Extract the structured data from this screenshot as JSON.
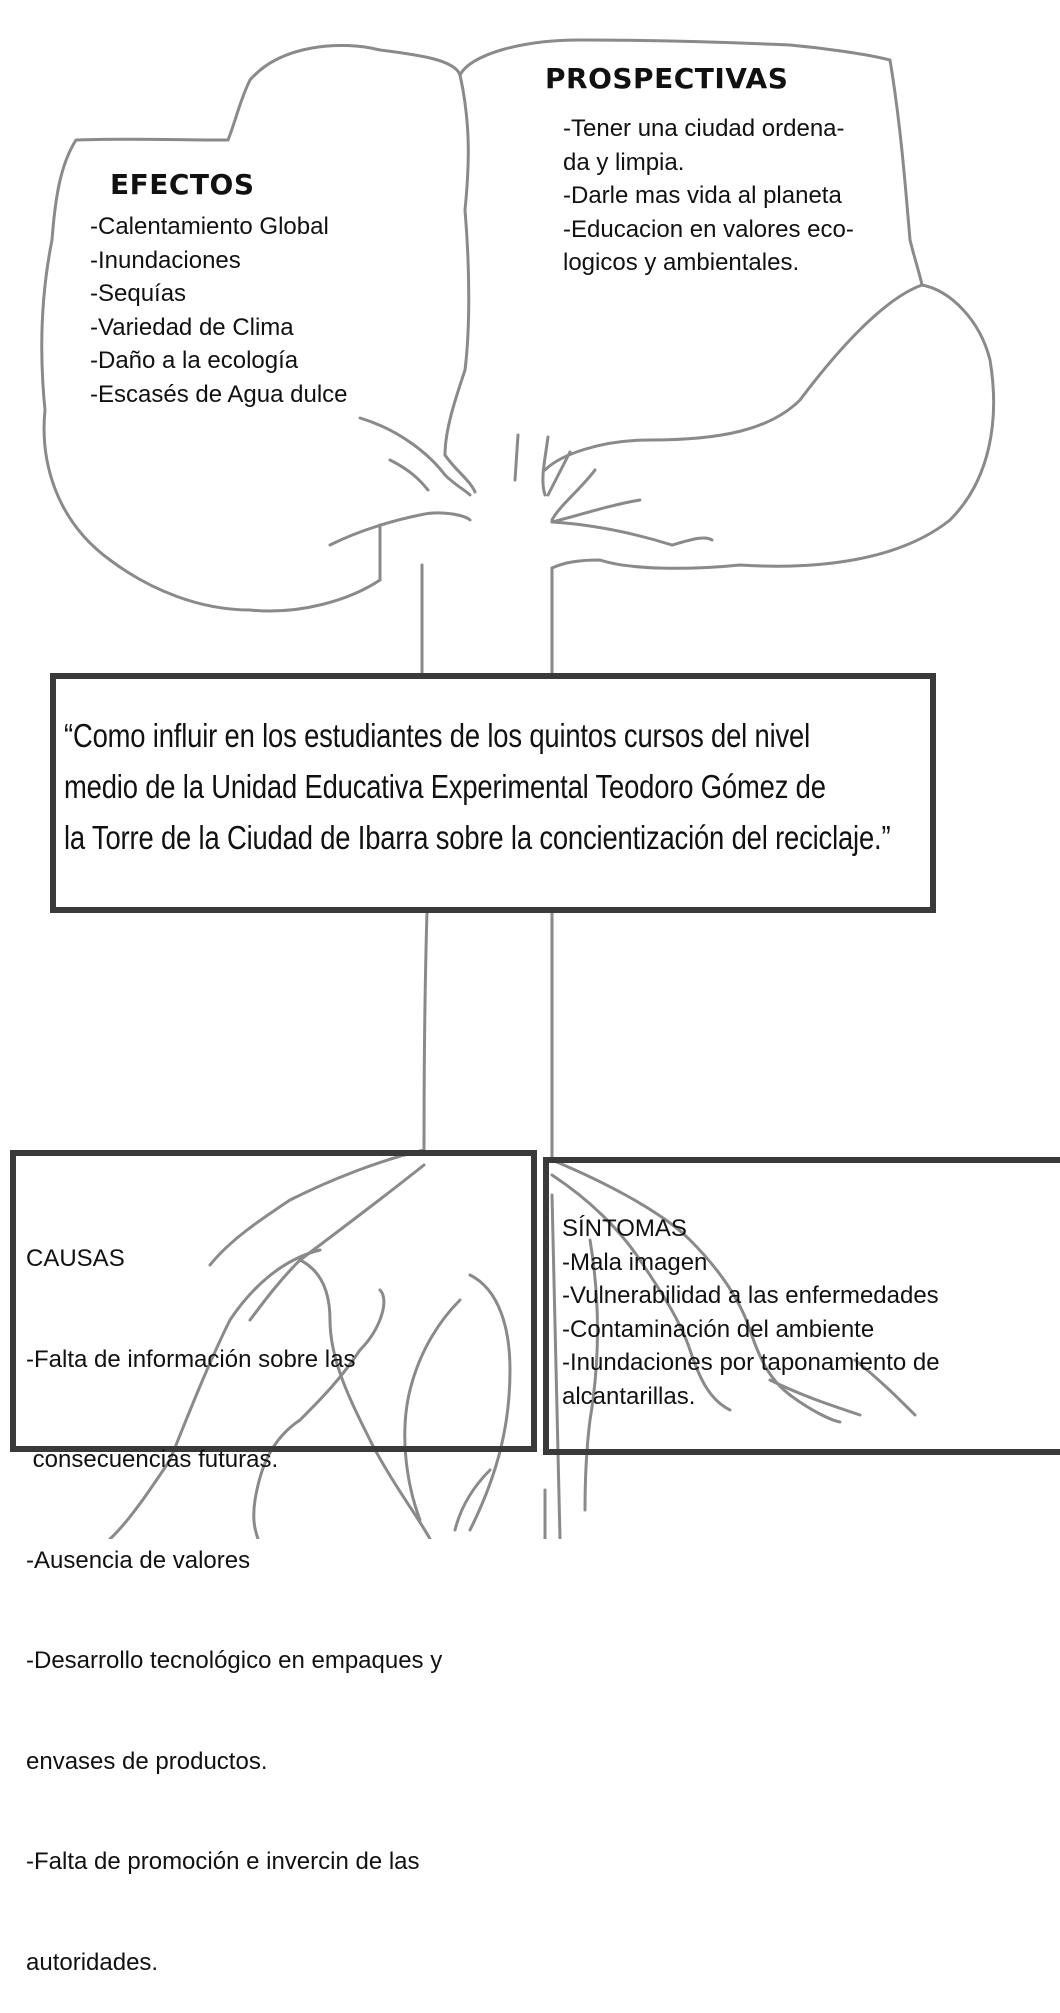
{
  "efectos": {
    "title": "EFECTOS",
    "items": [
      "-Calentamiento Global",
      "-Inundaciones",
      "-Sequías",
      "-Variedad de Clima",
      "-Daño a la ecología",
      "-Escasés de Agua dulce"
    ]
  },
  "prospectivas": {
    "title": "PROSPECTIVAS",
    "items": [
      "-Tener una ciudad ordena-",
      "da y limpia.",
      "-Darle mas vida al planeta",
      "-Educacion en valores eco-",
      "logicos y ambientales."
    ]
  },
  "problema": {
    "lines": [
      "“Como influir en los estudiantes de los quintos cursos del  nivel",
      "medio de la Unidad Educativa Experimental Teodoro Gómez de",
      "la Torre de la Ciudad de Ibarra sobre la concientización del reciclaje.”"
    ]
  },
  "causas": {
    "title": "CAUSAS",
    "items": [
      "-Falta de información sobre las",
      " consecuencias futuras.",
      "-Ausencia de valores",
      "-Desarrollo tecnológico en empaques y",
      "envases de productos.",
      "-Falta de promoción e invercin de las",
      "autoridades."
    ]
  },
  "sintomas": {
    "title": "SÍNTOMAS",
    "items": [
      "-Mala imagen",
      "-Vulnerabilidad a las enfermedades",
      "-Contaminación del ambiente",
      "-Inundaciones por taponamiento de",
      "alcantarillas."
    ]
  },
  "colors": {
    "line": "#8a8a8a",
    "box_border": "#3a3a3a",
    "text": "#111111"
  }
}
